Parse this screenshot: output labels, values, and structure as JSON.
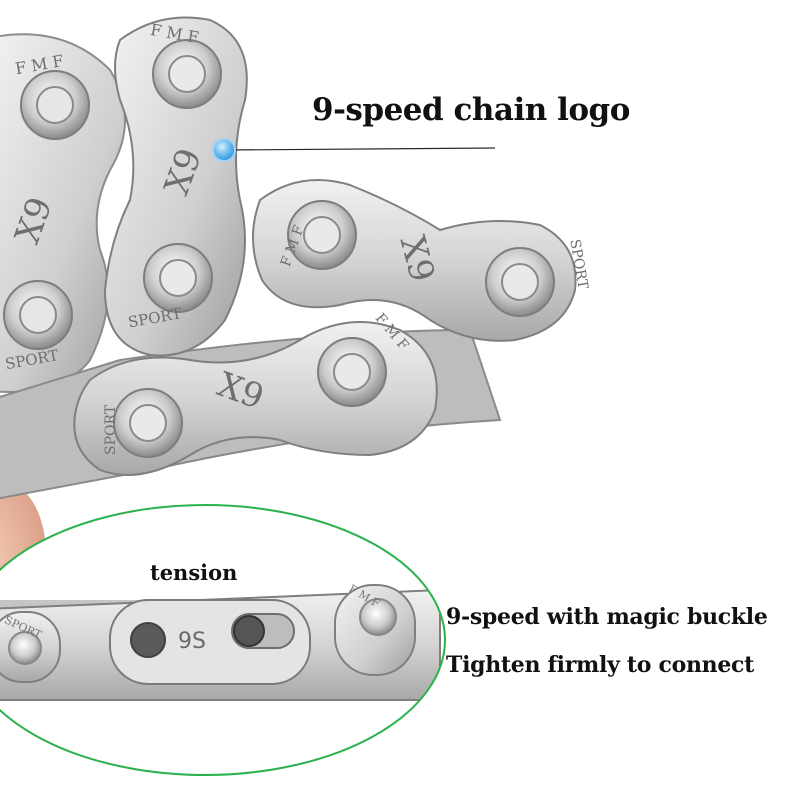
{
  "callout": {
    "label": "9-speed chain logo"
  },
  "link_markings": {
    "brand": "F M F",
    "speed": "X9",
    "sport": "SPORT",
    "connector_speed": "9S"
  },
  "inset": {
    "tension_label": "tension",
    "ring_color": "#2bb24c"
  },
  "features": {
    "line1": "9-speed with magic buckle",
    "line2": "Tighten firmly to connect"
  },
  "colors": {
    "callout_dot": "#4aa8e8",
    "chain_silver": "#c9c9c9",
    "chain_dark": "#7a7a7a"
  }
}
